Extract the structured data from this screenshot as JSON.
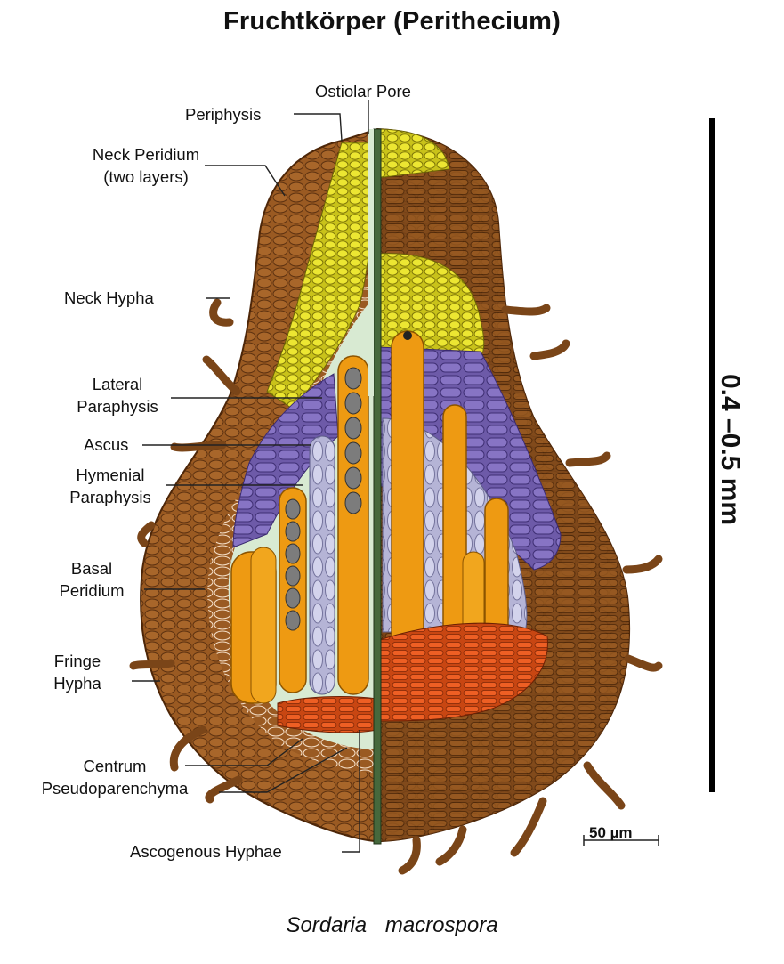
{
  "title": "Fruchtkörper (Perithecium)",
  "labels": {
    "ostiolar_pore": "Ostiolar Pore",
    "periphysis": "Periphysis",
    "neck_peridium_1": "Neck Peridium",
    "neck_peridium_2": "(two layers)",
    "neck_hypha": "Neck Hypha",
    "lateral_paraphysis_1": "Lateral",
    "lateral_paraphysis_2": "Paraphysis",
    "ascus": "Ascus",
    "hymenial_paraphysis_1": "Hymenial",
    "hymenial_paraphysis_2": "Paraphysis",
    "basal_peridium_1": "Basal",
    "basal_peridium_2": "Peridium",
    "fringe_hypha_1": "Fringe",
    "fringe_hypha_2": "Hypha",
    "centrum_1": "Centrum",
    "centrum_2": "Pseudoparenchyma",
    "ascogenous_hyphae": "Ascogenous Hyphae"
  },
  "size_range": "0.4 –0.5 mm",
  "scale_bar": "50 µm",
  "species": "Sordaria macrospora",
  "colors": {
    "peridium": "#9a5a22",
    "peridium_dark": "#6f3d12",
    "periphyses": "#e4e02a",
    "lateral_paraphyses": "#7f6cbc",
    "hymenial_paraphyses": "#c8c8e4",
    "asci": "#ee9a12",
    "ascogenous": "#e4551a",
    "centrum_fluid": "#d8ead2",
    "ostiole_wall": "#46683c"
  }
}
